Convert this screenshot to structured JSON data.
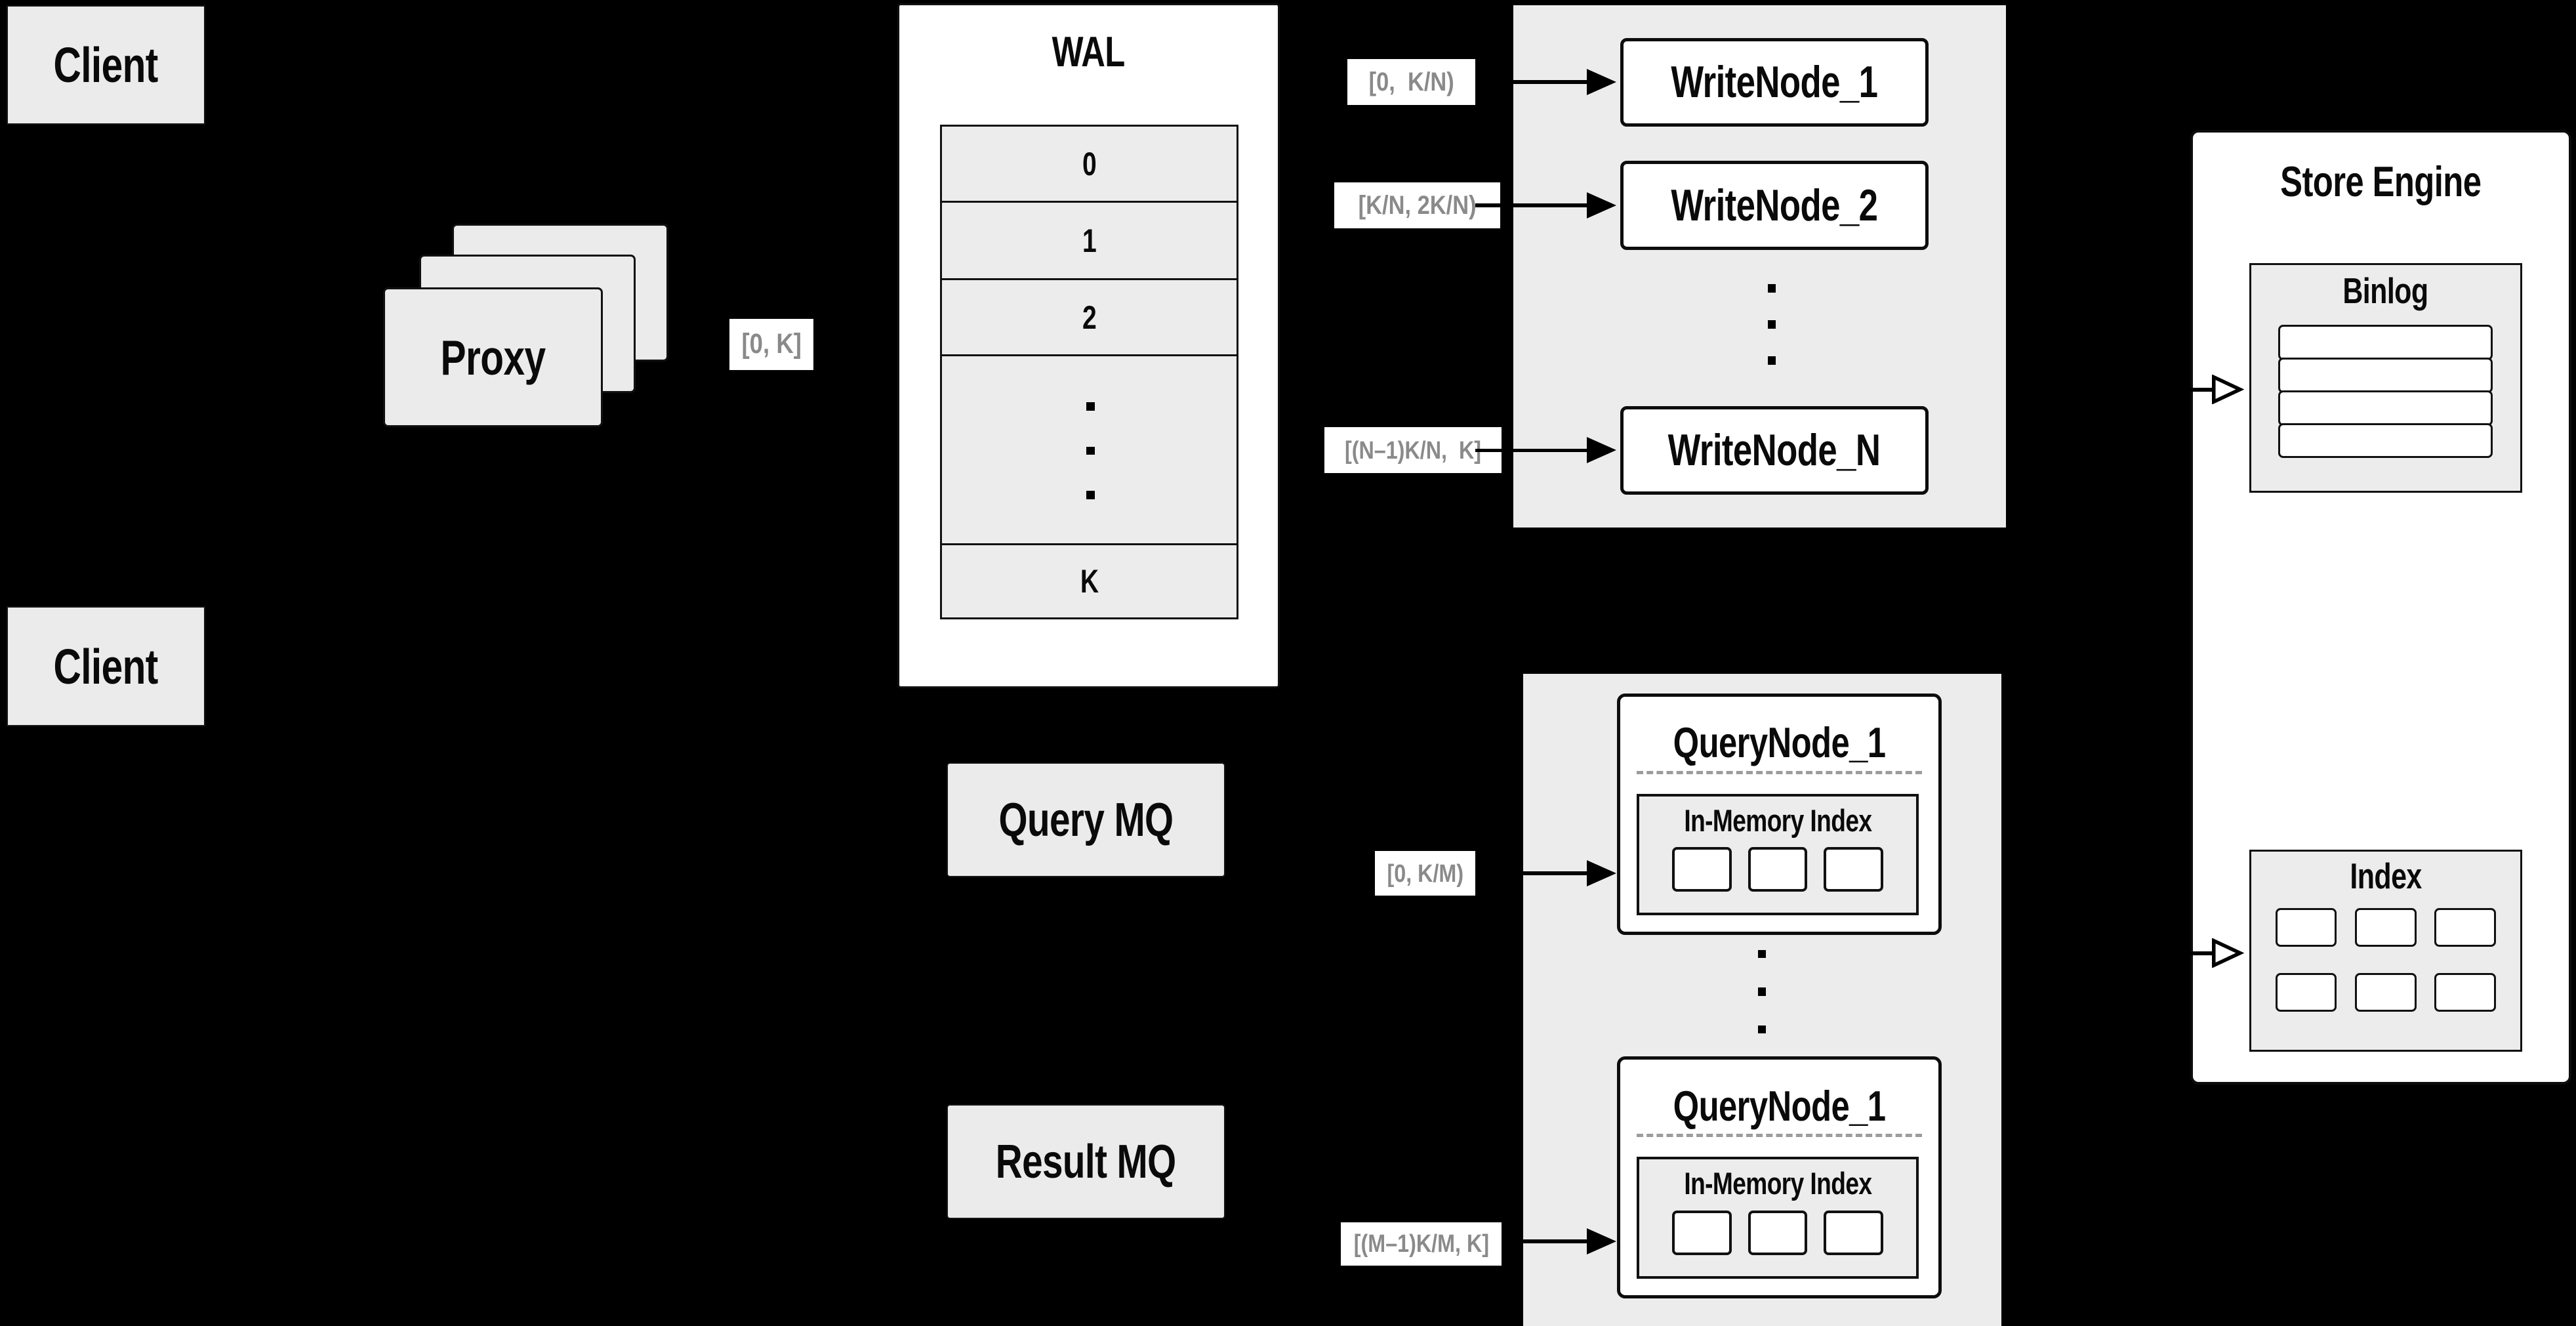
{
  "diagram": {
    "clients": {
      "top": "Client",
      "bottom": "Client"
    },
    "proxy": {
      "label": "Proxy"
    },
    "wal": {
      "title": "WAL",
      "rows": [
        "0",
        "1",
        "2",
        "K"
      ]
    },
    "write_nodes": {
      "node1": "WriteNode_1",
      "node2": "WriteNode_2",
      "nodeN": "WriteNode_N"
    },
    "mq": {
      "query": "Query MQ",
      "result": "Result MQ"
    },
    "query_nodes": {
      "node1": {
        "title": "QueryNode_1",
        "inner": "In-Memory Index"
      },
      "node2": {
        "title": "QueryNode_1",
        "inner": "In-Memory Index"
      }
    },
    "store_engine": {
      "title": "Store Engine",
      "binlog": "Binlog",
      "index": "Index"
    },
    "range_labels": {
      "proxy_to_wal": "[0, K]",
      "wal_to_node1": "[0,  K/N)",
      "wal_to_node2": "[K/N, 2K/N)",
      "wal_to_nodeN": "[(N–1)K/N,  K]",
      "mq_to_qnode1": "[0, K/M)",
      "mq_to_qnode2": "[(M–1)K/M, K]"
    },
    "colors": {
      "background": "#000000",
      "panel_gray": "#ececec",
      "box_gray": "#ebebeb",
      "box_white": "#ffffff",
      "stroke_black": "#0d0d0d",
      "label_text_gray": "#8a8a8a"
    }
  }
}
